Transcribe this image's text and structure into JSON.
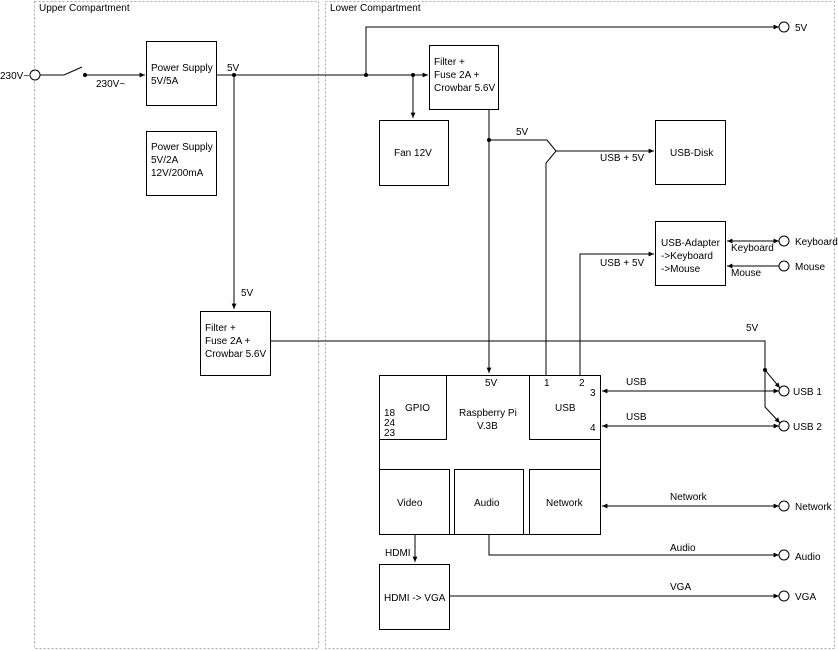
{
  "compartments": {
    "upper": "Upper Compartment",
    "lower": "Lower Compartment"
  },
  "blocks": {
    "ps_main": [
      "Power Supply",
      "5V/5A"
    ],
    "ps_aux": [
      "Power Supply",
      "5V/2A",
      "12V/200mA"
    ],
    "filter_top": [
      "Filter +",
      "Fuse 2A +",
      "Crowbar 5.6V"
    ],
    "filter_bottom": [
      "Filter +",
      "Fuse 2A +",
      "Crowbar 5.6V"
    ],
    "fan": "Fan 12V",
    "usb_disk": "USB-Disk",
    "usb_adapter": [
      "USB-Adapter",
      "->Keyboard",
      "->Mouse"
    ],
    "rpi": [
      "Raspberry Pi",
      "V.3B"
    ],
    "rpi_5v": "5V",
    "gpio": "GPIO",
    "gpio_pins": [
      "18",
      "24",
      "23"
    ],
    "usb": "USB",
    "usb_ports": [
      "1",
      "2",
      "3",
      "4"
    ],
    "video": "Video",
    "audio": "Audio",
    "network": "Network",
    "hdmi_vga": "HDMI -> VGA"
  },
  "ports": {
    "mains": "230V~",
    "out_5v": "5V",
    "keyboard": "Keyboard",
    "mouse": "Mouse",
    "usb1": "USB 1",
    "usb2": "USB 2",
    "network": "Network",
    "audio": "Audio",
    "vga": "VGA"
  },
  "wires": {
    "after_switch": "230V~",
    "ps_out": "5V",
    "to_disk_5v": "5V",
    "usb_plus_5v_disk": "USB + 5V",
    "usb_plus_5v_adapter": "USB + 5V",
    "to_filter_bottom": "5V",
    "filter_bottom_out": "5V",
    "keyboard": "Keyboard",
    "mouse": "Mouse",
    "usb3": "USB",
    "usb4": "USB",
    "network": "Network",
    "audio": "Audio",
    "vga": "VGA",
    "hdmi": "HDMI"
  }
}
